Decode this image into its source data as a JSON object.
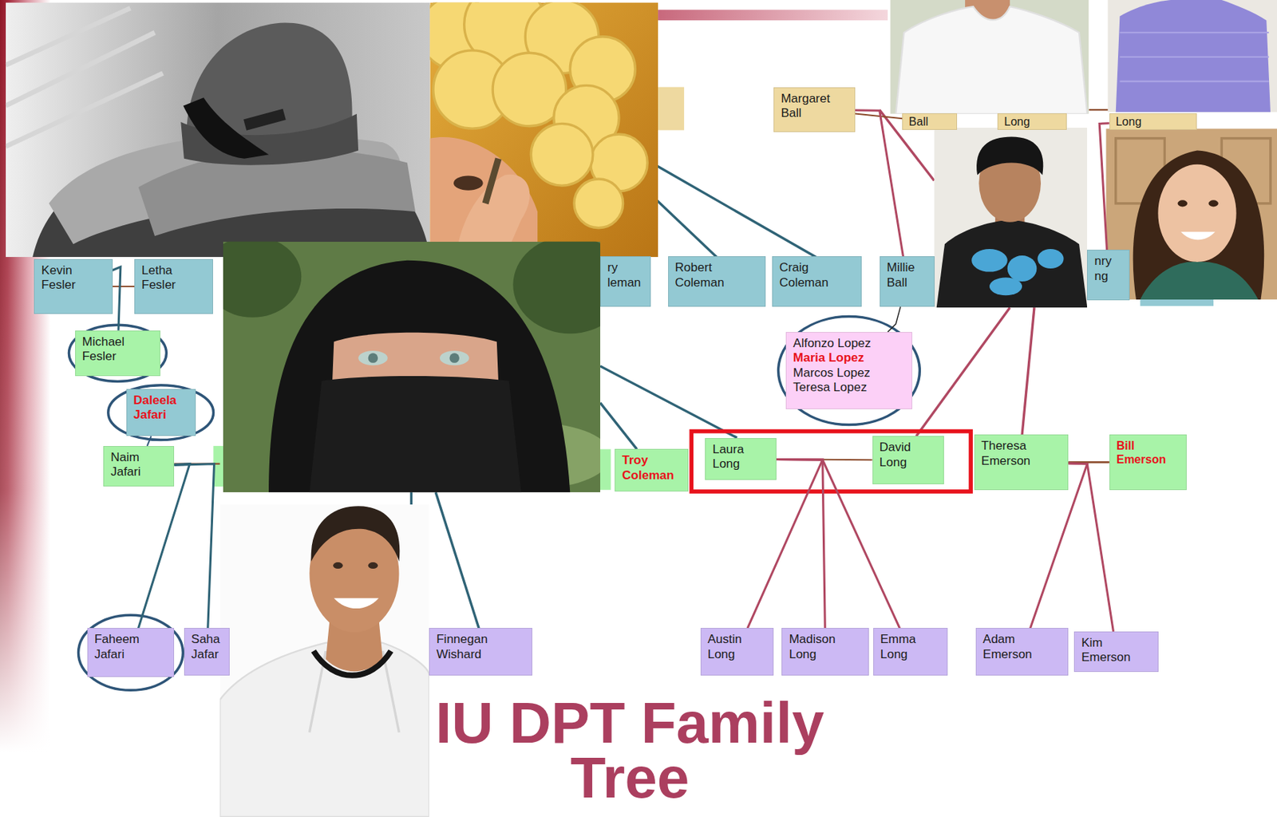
{
  "diagram": {
    "title": "IU DPT Family Tree",
    "nodes": [
      {
        "text": [
          "Margaret Ball"
        ]
      },
      {
        "text": [
          "Ball"
        ]
      },
      {
        "text": [
          "Long"
        ]
      },
      {
        "text": [
          "Long"
        ]
      },
      {
        "text": [
          "Kevin Fesler"
        ]
      },
      {
        "text": [
          "Letha Fesler"
        ]
      },
      {
        "text": [
          "ry leman"
        ]
      },
      {
        "text": [
          "Robert Coleman"
        ]
      },
      {
        "text": [
          "Craig Coleman"
        ]
      },
      {
        "text": [
          "Millie Ball"
        ]
      },
      {
        "text": [
          "nry ng"
        ]
      },
      {
        "text": [
          "Michael Fesler"
        ]
      },
      {
        "text": [
          "Alfonzo Lopez",
          "Maria Lopez",
          "Marcos Lopez",
          "Teresa Lopez"
        ]
      },
      {
        "text": [
          "Daleela Jafari"
        ]
      },
      {
        "text": [
          "Naim Jafari"
        ]
      },
      {
        "text": [
          "Troy Coleman"
        ]
      },
      {
        "text": [
          "Laura Long"
        ]
      },
      {
        "text": [
          "David Long"
        ]
      },
      {
        "text": [
          "Theresa Emerson"
        ]
      },
      {
        "text": [
          "Bill Emerson"
        ]
      },
      {
        "text": [
          "Faheem Jafari"
        ]
      },
      {
        "text": [
          "Saha Jafar"
        ]
      },
      {
        "text": [
          "Finnegan Wishard"
        ]
      },
      {
        "text": [
          "Austin Long"
        ]
      },
      {
        "text": [
          "Madison Long"
        ]
      },
      {
        "text": [
          "Emma Long"
        ]
      },
      {
        "text": [
          "Adam Emerson"
        ]
      },
      {
        "text": [
          "Kim Emerson"
        ]
      }
    ],
    "edges": [
      {
        "from": 4,
        "to": 5,
        "arrow": "none"
      },
      {
        "from": 4,
        "to": 11,
        "arrow": "none"
      },
      {
        "from": 13,
        "to": 14,
        "arrow": "none"
      },
      {
        "from": 14,
        "to": 20,
        "arrow": "none"
      },
      {
        "from": 14,
        "to": 21,
        "arrow": "none"
      },
      {
        "from": 0,
        "to": 1,
        "arrow": "none"
      },
      {
        "from": 0,
        "to": 9,
        "arrow": "none"
      },
      {
        "from": 3,
        "to": 10,
        "arrow": "none"
      },
      {
        "from": 12,
        "to": 9,
        "arrow": "none"
      },
      {
        "from": 16,
        "to": 17,
        "arrow": "none"
      },
      {
        "from": 16,
        "to": 23,
        "arrow": "none"
      },
      {
        "from": 16,
        "to": 24,
        "arrow": "none"
      },
      {
        "from": 16,
        "to": 25,
        "arrow": "none"
      },
      {
        "from": 18,
        "to": 19,
        "arrow": "none"
      },
      {
        "from": 18,
        "to": 26,
        "arrow": "none"
      },
      {
        "from": 18,
        "to": 27,
        "arrow": "none"
      }
    ]
  }
}
